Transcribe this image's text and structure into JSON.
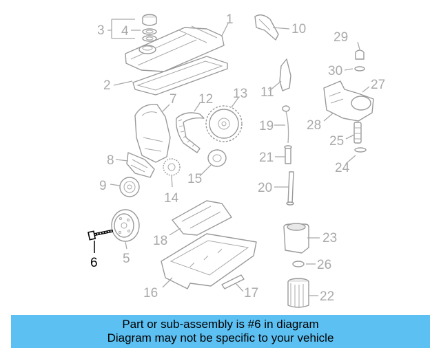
{
  "labels": {
    "n1": "1",
    "n2": "2",
    "n3": "3",
    "n4": "4",
    "n5": "5",
    "n6": "6",
    "n7": "7",
    "n8": "8",
    "n9": "9",
    "n10": "10",
    "n11": "11",
    "n12": "12",
    "n13": "13",
    "n14": "14",
    "n15": "15",
    "n16": "16",
    "n17": "17",
    "n18": "18",
    "n19": "19",
    "n20": "20",
    "n21": "21",
    "n22": "22",
    "n23": "23",
    "n24": "24",
    "n25": "25",
    "n26": "26",
    "n27": "27",
    "n28": "28",
    "n29": "29",
    "n30": "30"
  },
  "banner": {
    "line1": "Part or sub-assembly is #6 in diagram",
    "line2": "Diagram may not be specific to your vehicle"
  },
  "colors": {
    "banner_bg": "#5cc0f2",
    "label_gray": "#a9a9a9",
    "highlight": "#000000"
  }
}
